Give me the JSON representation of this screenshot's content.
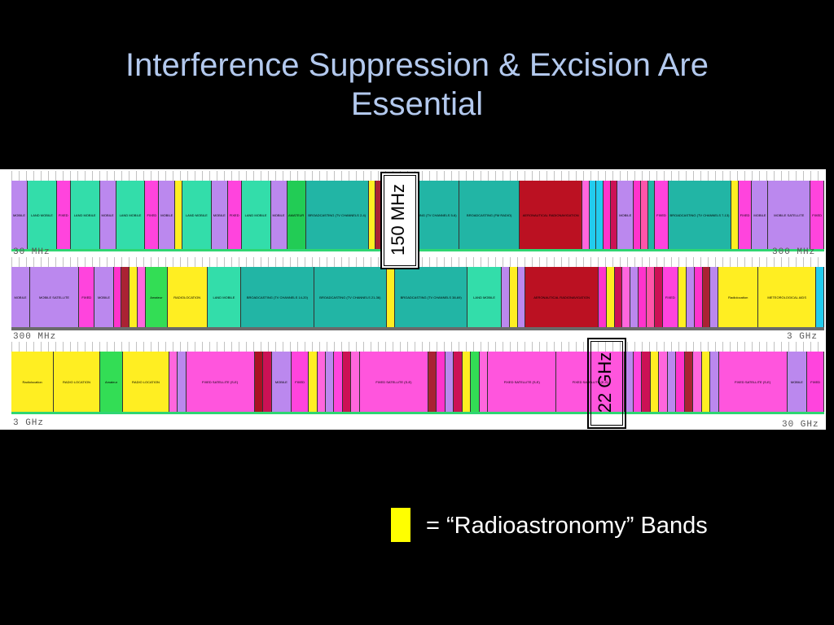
{
  "slide": {
    "title_line1": "Interference Suppression & Excision Are",
    "title_line2": "Essential"
  },
  "chart_data": {
    "type": "table",
    "rows": [
      {
        "id": "row1",
        "start_label": "30 MHz",
        "end_label": "300 MHz",
        "bands": [
          {
            "service": "MOBILE",
            "color": "#bb88ee"
          },
          {
            "service": "LAND MOBILE",
            "color": "#33ddaa"
          },
          {
            "service": "FIXED",
            "color": "#ff44dd"
          },
          {
            "service": "LAND MOBILE",
            "color": "#33ddaa"
          },
          {
            "service": "MOBILE",
            "color": "#bb88ee"
          },
          {
            "service": "LAND MOBILE",
            "color": "#33ddaa"
          },
          {
            "service": "FIXED",
            "color": "#ff44dd"
          },
          {
            "service": "MOBILE",
            "color": "#bb88ee"
          },
          {
            "service": "",
            "color": "#ffee22"
          },
          {
            "service": "LAND MOBILE",
            "color": "#33ddaa"
          },
          {
            "service": "MOBILE",
            "color": "#bb88ee"
          },
          {
            "service": "FIXED",
            "color": "#ff44dd"
          },
          {
            "service": "LAND MOBILE",
            "color": "#33ddaa"
          },
          {
            "service": "MOBILE",
            "color": "#bb88ee"
          },
          {
            "service": "AMATEUR",
            "color": "#22cc55"
          },
          {
            "service": "BROADCASTING (TV CHANNELS 2-4)",
            "color": "#22b5a5"
          },
          {
            "service": "",
            "color": "#ffee22"
          },
          {
            "service": "",
            "color": "#aa2233"
          },
          {
            "service": "",
            "color": "#ff66bb"
          },
          {
            "service": "",
            "color": "#aa2233"
          },
          {
            "service": "BROADCASTING (TV CHANNELS 5-6)",
            "color": "#22b5a5"
          },
          {
            "service": "BROADCASTING (FM RADIO)",
            "color": "#22b5a5"
          },
          {
            "service": "AERONAUTICAL RADIONAVIGATION",
            "color": "#bb1122"
          },
          {
            "service": "",
            "color": "#ff66dd"
          },
          {
            "service": "",
            "color": "#22ccee"
          },
          {
            "service": "",
            "color": "#22ccee"
          },
          {
            "service": "",
            "color": "#ff33cc"
          },
          {
            "service": "",
            "color": "#cc1155"
          },
          {
            "service": "MOBILE",
            "color": "#bb88ee"
          },
          {
            "service": "",
            "color": "#ff33cc"
          },
          {
            "service": "",
            "color": "#ff55aa"
          },
          {
            "service": "",
            "color": "#22b5a5"
          },
          {
            "service": "FIXED",
            "color": "#ff44dd"
          },
          {
            "service": "BROADCASTING (TV CHANNELS 7-13)",
            "color": "#22b5a5"
          },
          {
            "service": "",
            "color": "#ffee22"
          },
          {
            "service": "FIXED",
            "color": "#ff44dd"
          },
          {
            "service": "MOBILE",
            "color": "#bb88ee"
          },
          {
            "service": "MOBILE SATELLITE",
            "color": "#bb88ee"
          },
          {
            "service": "FIXED",
            "color": "#ff44dd"
          }
        ]
      },
      {
        "id": "row2",
        "start_label": "300 MHz",
        "end_label": "3 GHz",
        "bands": [
          {
            "service": "MOBILE",
            "color": "#bb88ee"
          },
          {
            "service": "MOBILE SATELLITE",
            "color": "#bb88ee"
          },
          {
            "service": "FIXED",
            "color": "#ff44dd"
          },
          {
            "service": "MOBILE",
            "color": "#bb88ee"
          },
          {
            "service": "",
            "color": "#ff33cc"
          },
          {
            "service": "",
            "color": "#aa2233"
          },
          {
            "service": "",
            "color": "#ffee22"
          },
          {
            "service": "",
            "color": "#ff66dd"
          },
          {
            "service": "Amateur",
            "color": "#33dd55"
          },
          {
            "service": "RADIOLOCATION",
            "color": "#ffee22"
          },
          {
            "service": "LAND MOBILE",
            "color": "#33ddaa"
          },
          {
            "service": "BROADCASTING (TV CHANNELS 14-20)",
            "color": "#22b5a5"
          },
          {
            "service": "BROADCASTING (TV CHANNELS 21-36)",
            "color": "#22b5a5"
          },
          {
            "service": "",
            "color": "#ffee22"
          },
          {
            "service": "BROADCASTING (TV CHANNELS 38-69)",
            "color": "#22b5a5"
          },
          {
            "service": "LAND MOBILE",
            "color": "#33ddaa"
          },
          {
            "service": "",
            "color": "#bb88ee"
          },
          {
            "service": "",
            "color": "#ffee22"
          },
          {
            "service": "",
            "color": "#bb88ee"
          },
          {
            "service": "AERONAUTICAL RADIONAVIGATION",
            "color": "#bb1122"
          },
          {
            "service": "",
            "color": "#ff33cc"
          },
          {
            "service": "",
            "color": "#ffee22"
          },
          {
            "service": "",
            "color": "#cc1155"
          },
          {
            "service": "",
            "color": "#ff66dd"
          },
          {
            "service": "",
            "color": "#bb88ee"
          },
          {
            "service": "",
            "color": "#ff33cc"
          },
          {
            "service": "",
            "color": "#ff55aa"
          },
          {
            "service": "",
            "color": "#cc1155"
          },
          {
            "service": "FIXED",
            "color": "#ff44dd"
          },
          {
            "service": "",
            "color": "#ffee22"
          },
          {
            "service": "",
            "color": "#bb88ee"
          },
          {
            "service": "",
            "color": "#ff33cc"
          },
          {
            "service": "",
            "color": "#aa2233"
          },
          {
            "service": "",
            "color": "#bb88ee"
          },
          {
            "service": "Radiolocation",
            "color": "#ffee22"
          },
          {
            "service": "METEOROLOGICAL AIDS",
            "color": "#ffee22"
          },
          {
            "service": "",
            "color": "#22ccee"
          }
        ]
      },
      {
        "id": "row3",
        "start_label": "3 GHz",
        "end_label": "30 GHz",
        "bands": [
          {
            "service": "Radiolocation",
            "color": "#ffee22"
          },
          {
            "service": "RADIO LOCATION",
            "color": "#ffee22"
          },
          {
            "service": "Amateur",
            "color": "#33dd55"
          },
          {
            "service": "RADIO LOCATION",
            "color": "#ffee22"
          },
          {
            "service": "",
            "color": "#ff66dd"
          },
          {
            "service": "",
            "color": "#bb88ee"
          },
          {
            "service": "FIXED SATELLITE (S-E)",
            "color": "#ff55dd"
          },
          {
            "service": "",
            "color": "#aa1122"
          },
          {
            "service": "",
            "color": "#cc1155"
          },
          {
            "service": "MOBILE",
            "color": "#bb88ee"
          },
          {
            "service": "FIXED",
            "color": "#ff44dd"
          },
          {
            "service": "",
            "color": "#ffee22"
          },
          {
            "service": "",
            "color": "#ff66dd"
          },
          {
            "service": "",
            "color": "#bb88ee"
          },
          {
            "service": "",
            "color": "#ff44dd"
          },
          {
            "service": "",
            "color": "#cc1155"
          },
          {
            "service": "",
            "color": "#ff66dd"
          },
          {
            "service": "FIXED SATELLITE (S-E)",
            "color": "#ff55dd"
          },
          {
            "service": "",
            "color": "#aa2233"
          },
          {
            "service": "",
            "color": "#ff33cc"
          },
          {
            "service": "",
            "color": "#bb88ee"
          },
          {
            "service": "",
            "color": "#cc1155"
          },
          {
            "service": "",
            "color": "#ffee22"
          },
          {
            "service": "",
            "color": "#33dd55"
          },
          {
            "service": "",
            "color": "#ff66dd"
          },
          {
            "service": "FIXED SATELLITE (S-E)",
            "color": "#ff55dd"
          },
          {
            "service": "FIXED SATELLITE (E-S)",
            "color": "#ff55dd"
          },
          {
            "service": "",
            "color": "#bb88ee"
          },
          {
            "service": "",
            "color": "#ff44dd"
          },
          {
            "service": "",
            "color": "#cc1155"
          },
          {
            "service": "",
            "color": "#ffee22"
          },
          {
            "service": "",
            "color": "#ff66dd"
          },
          {
            "service": "",
            "color": "#bb88ee"
          },
          {
            "service": "",
            "color": "#ff33cc"
          },
          {
            "service": "",
            "color": "#aa2233"
          },
          {
            "service": "",
            "color": "#ff66dd"
          },
          {
            "service": "",
            "color": "#ffee22"
          },
          {
            "service": "",
            "color": "#bb88ee"
          },
          {
            "service": "FIXED SATELLITE (S-E)",
            "color": "#ff55dd"
          },
          {
            "service": "MOBILE",
            "color": "#bb88ee"
          },
          {
            "service": "FIXED",
            "color": "#ff44dd"
          }
        ]
      }
    ],
    "callouts": [
      {
        "label": "150 MHz"
      },
      {
        "label": "22 GHz"
      }
    ]
  },
  "legend": {
    "swatch_color": "#ffff00",
    "text": "= “Radioastronomy” Bands"
  }
}
